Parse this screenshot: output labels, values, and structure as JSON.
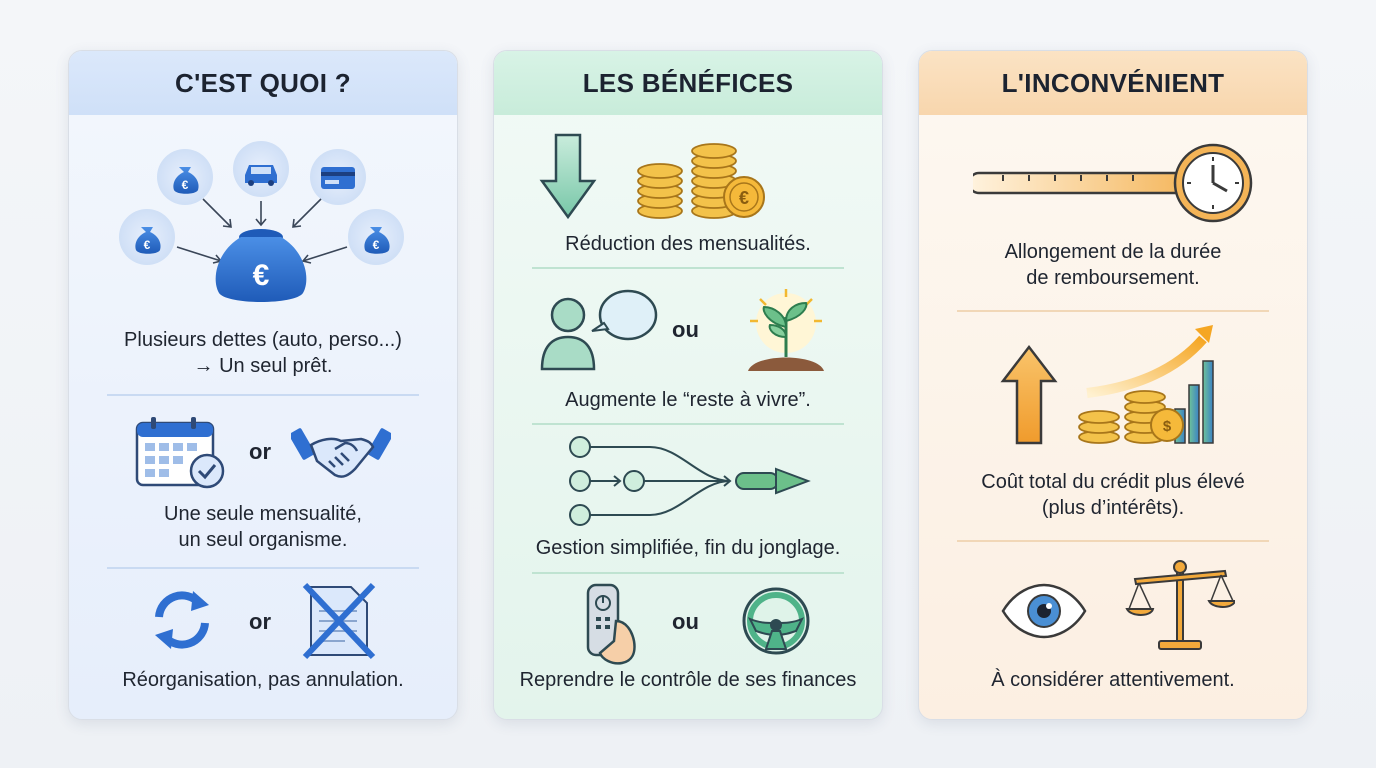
{
  "cards": [
    {
      "title": "C'EST QUOI ?",
      "items": [
        {
          "caption_line1": "Plusieurs dettes (auto, perso...)",
          "caption_line2": "→ Un seul prêt."
        },
        {
          "conjunction": "or",
          "caption_line1": "Une seule mensualité,",
          "caption_line2": "un seul organisme."
        },
        {
          "conjunction": "or",
          "caption": "Réorganisation, pas annulation."
        }
      ]
    },
    {
      "title": "LES BÉNÉFICES",
      "items": [
        {
          "caption": "Réduction des mensualités."
        },
        {
          "conjunction": "ou",
          "caption": "Augmente le “reste à vivre”."
        },
        {
          "caption": "Gestion simplifiée, fin du jonglage."
        },
        {
          "conjunction": "ou",
          "caption": "Reprendre le contrôle de ses finances"
        }
      ]
    },
    {
      "title": "L'INCONVÉNIENT",
      "items": [
        {
          "caption_line1": "Allongement de la durée",
          "caption_line2": "de remboursement."
        },
        {
          "caption_line1": "Coût total du crédit plus élevé",
          "caption_line2": "(plus d’intérêts)."
        },
        {
          "caption": "À considérer attentivement."
        }
      ]
    }
  ],
  "icons": {
    "currency_symbol": "€",
    "coin_symbol": "$"
  },
  "colors": {
    "blue_accent": "#2f6fd1",
    "green_accent": "#4fb389",
    "orange_accent": "#f2a93b"
  }
}
